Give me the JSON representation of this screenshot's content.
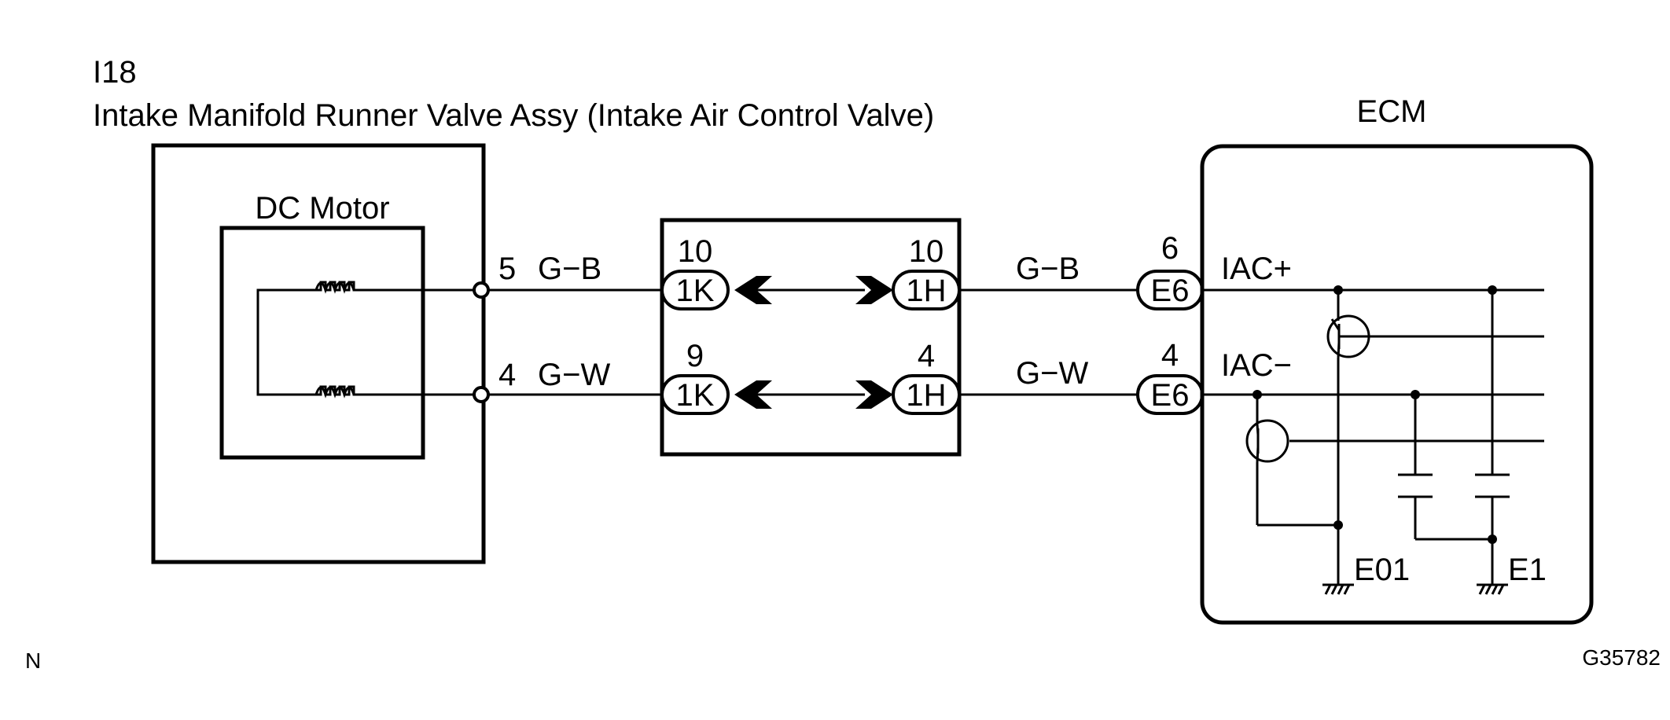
{
  "component": {
    "id": "I18",
    "name": "Intake Manifold Runner Valve Assy (Intake Air Control Valve)",
    "motor_label": "DC Motor",
    "pins": [
      {
        "pin": "5",
        "wire": "G−B"
      },
      {
        "pin": "4",
        "wire": "G−W"
      }
    ]
  },
  "junction": {
    "rows": [
      {
        "left_pin": "10",
        "left_conn": "1K",
        "right_pin": "10",
        "right_conn": "1H"
      },
      {
        "left_pin": "9",
        "left_conn": "1K",
        "right_pin": "4",
        "right_conn": "1H"
      }
    ]
  },
  "harness": [
    {
      "wire": "G−B",
      "pin": "6",
      "conn": "E6",
      "signal": "IAC+"
    },
    {
      "wire": "G−W",
      "pin": "4",
      "conn": "E6",
      "signal": "IAC−"
    }
  ],
  "ecm": {
    "title": "ECM",
    "grounds": [
      "E01",
      "E1"
    ]
  },
  "footer": {
    "left_mark": "N",
    "code": "G35782"
  }
}
